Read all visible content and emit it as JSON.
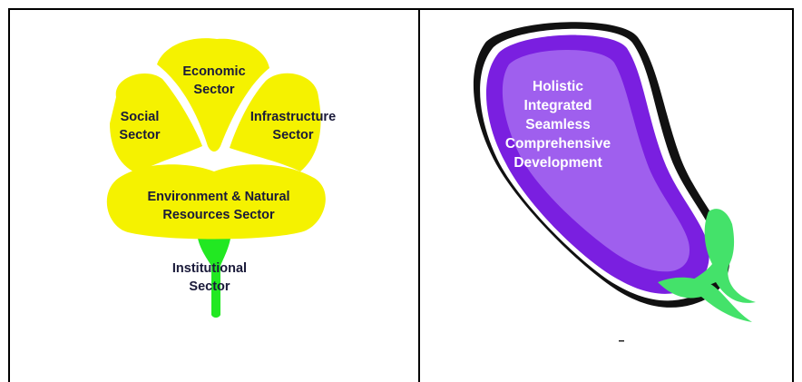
{
  "left_diagram": {
    "petals": {
      "economic": "Economic\nSector",
      "social": "Social\nSector",
      "infrastructure": "Infrastructure\nSector",
      "environment": "Environment & Natural\nResources Sector"
    },
    "stem": "Institutional\nSector",
    "colors": {
      "petal": "#f5f200",
      "stem": "#22e822",
      "label": "#1a1a3a"
    }
  },
  "right_diagram": {
    "text": "Holistic\nIntegrated\nSeamless\nComprehensive\nDevelopment",
    "colors": {
      "body": "#7a1fe0",
      "highlight": "#a66bf0",
      "leaf": "#44e26a",
      "label": "#ffffff"
    }
  }
}
